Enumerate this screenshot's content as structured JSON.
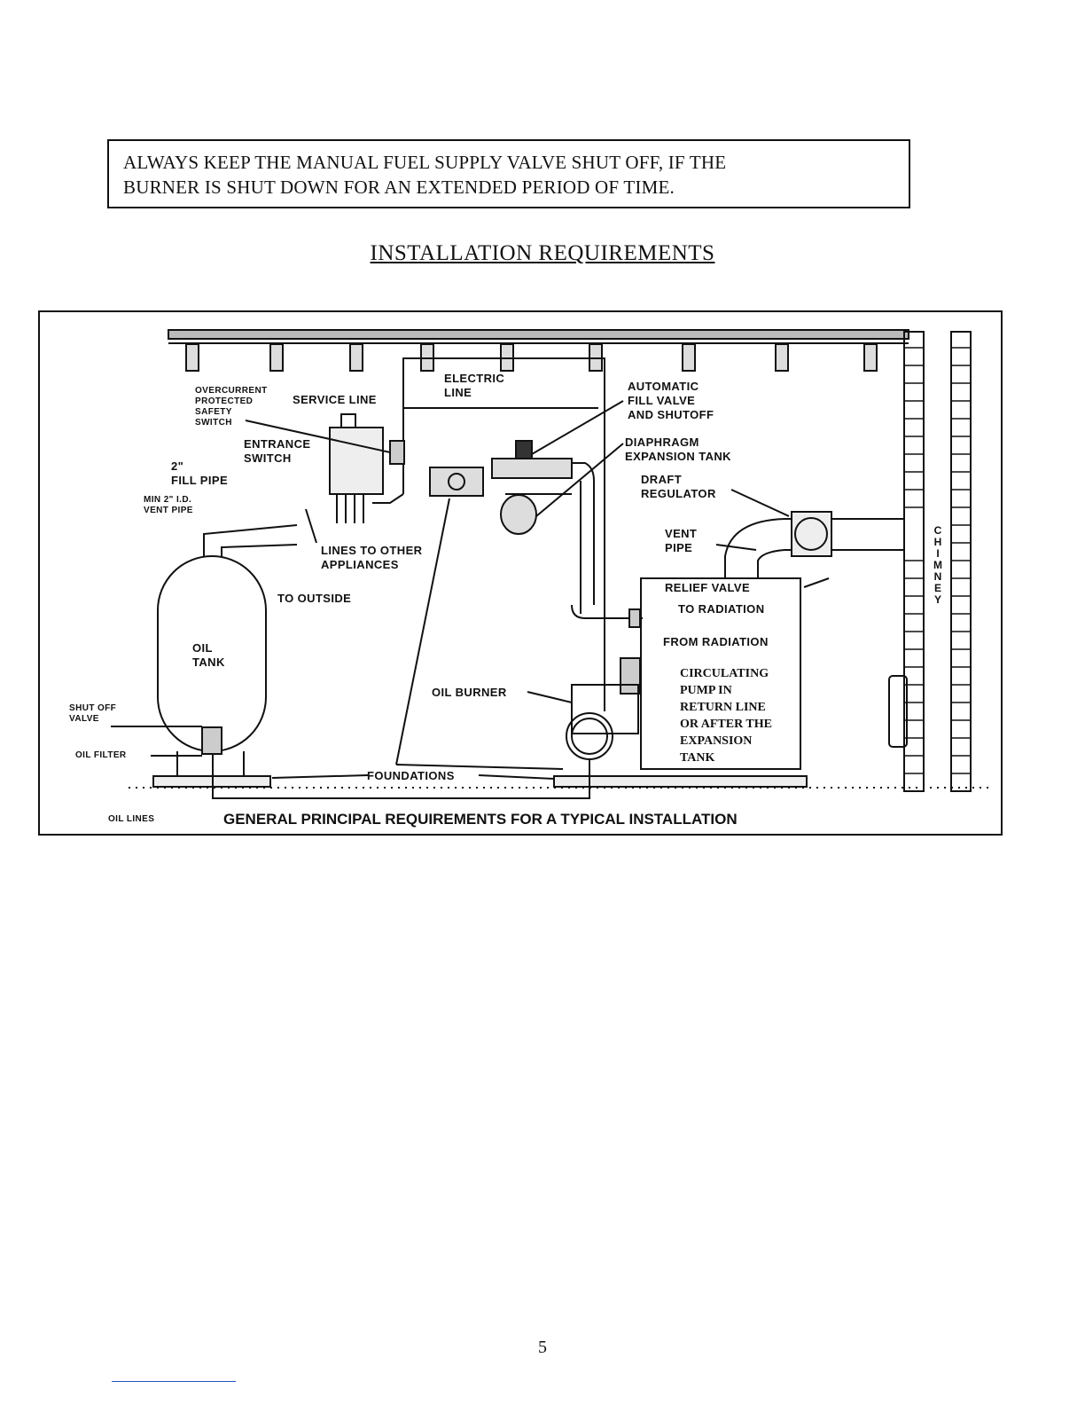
{
  "warning": {
    "line1": "ALWAYS KEEP THE MANUAL FUEL SUPPLY VALVE SHUT OFF, IF THE",
    "line2": "BURNER IS SHUT DOWN FOR AN EXTENDED PERIOD OF TIME."
  },
  "title": "INSTALLATION REQUIREMENTS",
  "diagram": {
    "labels": {
      "overcurrent": [
        "OVERCURRENT",
        "PROTECTED",
        "SAFETY",
        "SWITCH"
      ],
      "service_line": "SERVICE LINE",
      "electric_line": [
        "ELECTRIC",
        "LINE"
      ],
      "automatic_fill": [
        "AUTOMATIC",
        "FILL VALVE",
        "AND SHUTOFF"
      ],
      "entrance_switch": [
        "ENTRANCE",
        "SWITCH"
      ],
      "diaphragm": [
        "DIAPHRAGM",
        "EXPANSION TANK"
      ],
      "fill_pipe": [
        "2\"",
        "FILL PIPE"
      ],
      "draft_regulator": [
        "DRAFT",
        "REGULATOR"
      ],
      "vent_pipe_min": [
        "MIN 2\" I.D.",
        "VENT PIPE"
      ],
      "lines_to_other": [
        "LINES TO OTHER",
        "APPLIANCES"
      ],
      "vent_pipe": [
        "VENT",
        "PIPE"
      ],
      "to_outside": "TO OUTSIDE",
      "relief_valve": "RELIEF VALVE",
      "to_radiation": "TO RADIATION",
      "from_radiation": "FROM RADIATION",
      "oil_tank": [
        "OIL",
        "TANK"
      ],
      "circulating_pump": [
        "CIRCULATING",
        "PUMP IN",
        "RETURN LINE",
        "OR AFTER THE",
        "EXPANSION",
        "TANK"
      ],
      "oil_burner": "OIL BURNER",
      "shut_off_valve": [
        "SHUT OFF",
        "VALVE"
      ],
      "oil_filter": "OIL FILTER",
      "foundations": "FOUNDATIONS",
      "oil_lines": "OIL LINES",
      "chimney": [
        "C",
        "H",
        "I",
        "M",
        "N",
        "E",
        "Y"
      ]
    },
    "caption": "GENERAL PRINCIPAL REQUIREMENTS FOR A TYPICAL INSTALLATION"
  },
  "page_number": "5"
}
